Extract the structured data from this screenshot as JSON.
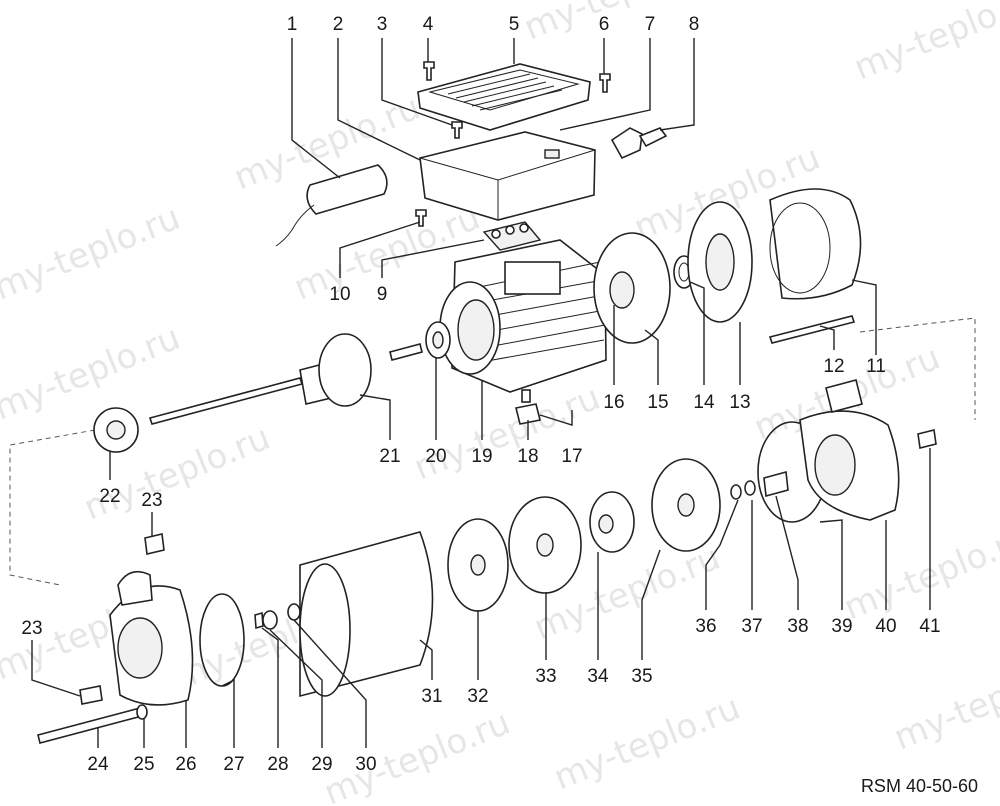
{
  "watermark_text": "my-teplo.ru",
  "model_label": "RSM 40-50-60",
  "callouts": {
    "p1": "1",
    "p2": "2",
    "p3": "3",
    "p4": "4",
    "p5": "5",
    "p6": "6",
    "p7": "7",
    "p8": "8",
    "p9": "9",
    "p10": "10",
    "p11": "11",
    "p12": "12",
    "p13": "13",
    "p14": "14",
    "p15": "15",
    "p16": "16",
    "p17": "17",
    "p18": "18",
    "p19": "19",
    "p20": "20",
    "p21": "21",
    "p22": "22",
    "p23a": "23",
    "p23b": "23",
    "p24": "24",
    "p25": "25",
    "p26": "26",
    "p27": "27",
    "p28": "28",
    "p29": "29",
    "p30": "30",
    "p31": "31",
    "p32": "32",
    "p33": "33",
    "p34": "34",
    "p35": "35",
    "p36": "36",
    "p37": "37",
    "p38": "38",
    "p39": "39",
    "p40": "40",
    "p41": "41"
  }
}
